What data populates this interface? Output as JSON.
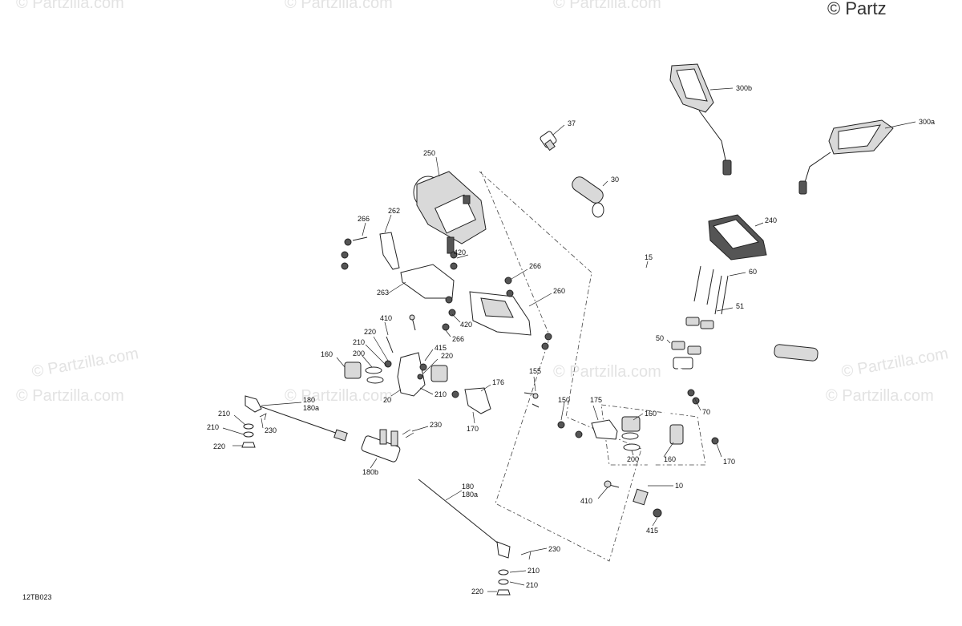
{
  "diagram": {
    "reference_code": "12TB023",
    "watermarks": {
      "corner": "© Partzilla.com",
      "repeated": "© Partzilla.com",
      "top_fragment": "© Partz"
    },
    "callouts": {
      "c37": "37",
      "c30": "30",
      "c300b": "300b",
      "c300a": "300a",
      "c240": "240",
      "c15": "15",
      "c60": "60",
      "c51": "51",
      "c50": "50",
      "c70": "70",
      "c250": "250",
      "c266a": "266",
      "c262": "262",
      "c420a": "420",
      "c266b": "266",
      "c263": "263",
      "c260": "260",
      "c410a": "410",
      "c420b": "420",
      "c266c": "266",
      "c220a": "220",
      "c210a": "210",
      "c200a": "200",
      "c160a": "160",
      "c415a": "415",
      "c220b": "220",
      "c20": "20",
      "c210b": "210",
      "c176": "176",
      "c155": "155",
      "c170a": "170",
      "c150": "150",
      "c175": "175",
      "c160b": "160",
      "c200b": "200",
      "c160c": "160",
      "c170b": "170",
      "c180a": "180",
      "c180a_sub": "180a",
      "c210c": "210",
      "c210d": "210",
      "c230a": "230",
      "c220c": "220",
      "c230b": "230",
      "c180b": "180b",
      "c180c": "180",
      "c180c_sub": "180a",
      "c10": "10",
      "c410b": "410",
      "c415b": "415",
      "c230c": "230",
      "c210e": "210",
      "c210f": "210",
      "c220d": "220"
    }
  }
}
